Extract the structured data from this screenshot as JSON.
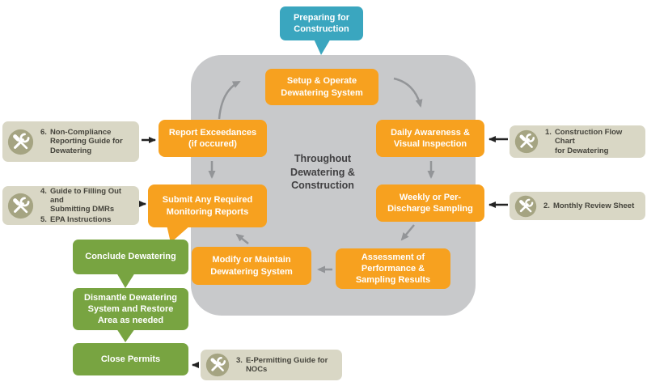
{
  "title": "Dewatering construction process flow chart",
  "colors": {
    "orange": "#f7a11f",
    "teal": "#3aa6bf",
    "green": "#78a441",
    "panel_gray": "#c8c9cb",
    "beige": "#d9d7c5",
    "olive_icon": "#a5a482",
    "arrow_gray": "#939598",
    "arrow_black": "#232323",
    "dark_text": "#414042"
  },
  "callout": {
    "label": "Preparing for\nConstruction"
  },
  "cycle": {
    "center_label": "Throughout\nDewatering &\nConstruction",
    "steps": {
      "setup": "Setup & Operate\nDewatering System",
      "daily": "Daily Awareness &\nVisual Inspection",
      "weekly": "Weekly or Per-\nDischarge Sampling",
      "assessment": "Assessment of\nPerformance &\nSampling Results",
      "modify": "Modify or Maintain\nDewatering System",
      "submit": "Submit Any Required\nMonitoring Reports",
      "report": "Report Exceedances\n(if occured)"
    }
  },
  "resources": {
    "non_compliance": {
      "number": "6.",
      "label": "Non-Compliance\nReporting Guide for\nDewatering"
    },
    "dmr": {
      "items": [
        {
          "number": "4.",
          "label": "Guide to Filling Out and\nSubmitting DMRs"
        },
        {
          "number": "5.",
          "label": "EPA Instructions"
        }
      ]
    },
    "flow_chart": {
      "number": "1.",
      "label": "Construction Flow Chart\nfor Dewatering"
    },
    "monthly": {
      "number": "2.",
      "label": "Monthly Review Sheet"
    },
    "epermit": {
      "number": "3.",
      "label": "E-Permitting Guide for\nNOCs"
    }
  },
  "conclusion": {
    "conclude": "Conclude Dewatering",
    "dismantle": "Dismantle Dewatering\nSystem and Restore\nArea as needed",
    "close": "Close Permits"
  }
}
